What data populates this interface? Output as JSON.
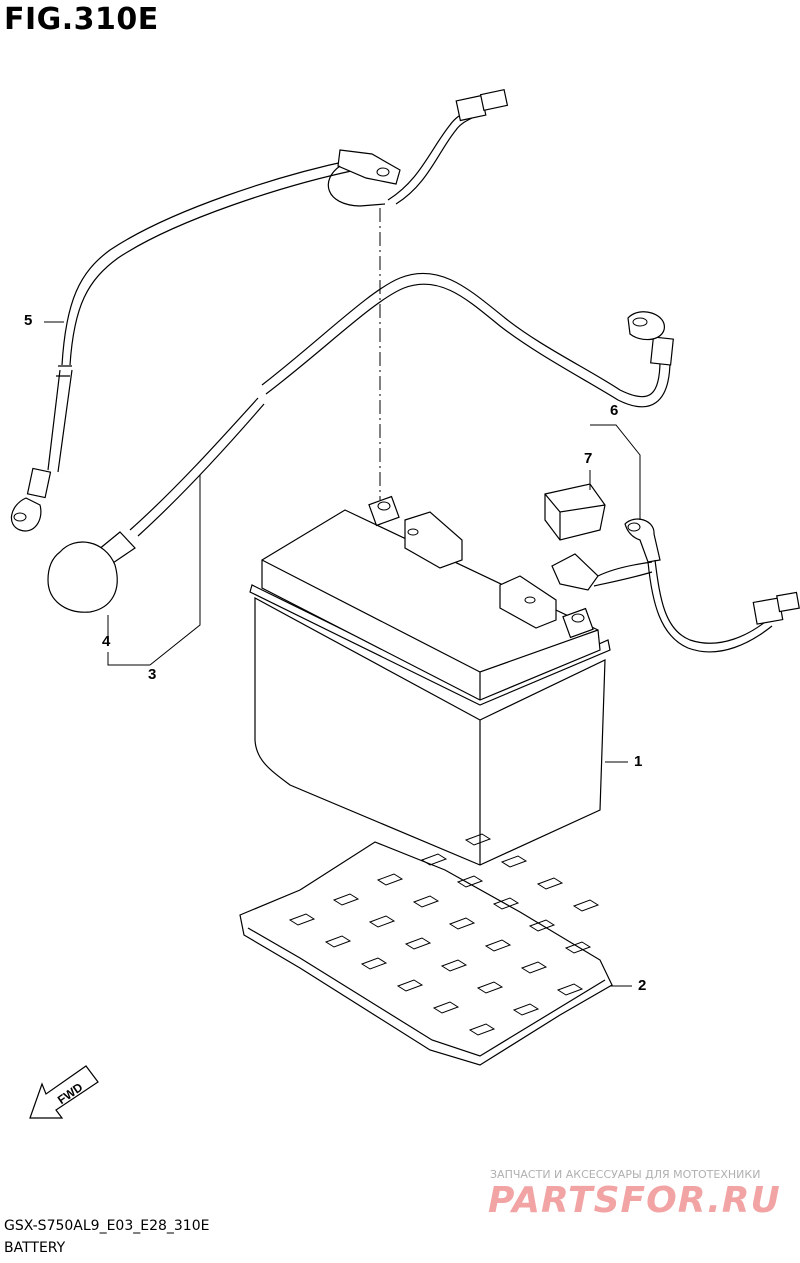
{
  "figure": {
    "title": "FIG.310E",
    "code": "GSX-S750AL9_E03_E28_310E",
    "name": "BATTERY"
  },
  "callouts": [
    "1",
    "2",
    "3",
    "4",
    "5",
    "6",
    "7"
  ],
  "direction_marker": "FWD",
  "watermark": {
    "tagline": "ЗАПЧАСТИ И АКСЕССУАРЫ ДЛЯ МОТОТЕХНИКИ",
    "logo": "PARTSFOR.RU"
  },
  "colors": {
    "line": "#000000",
    "watermark_logo": "#f2a3a3",
    "watermark_text": "#b0b0b0"
  }
}
